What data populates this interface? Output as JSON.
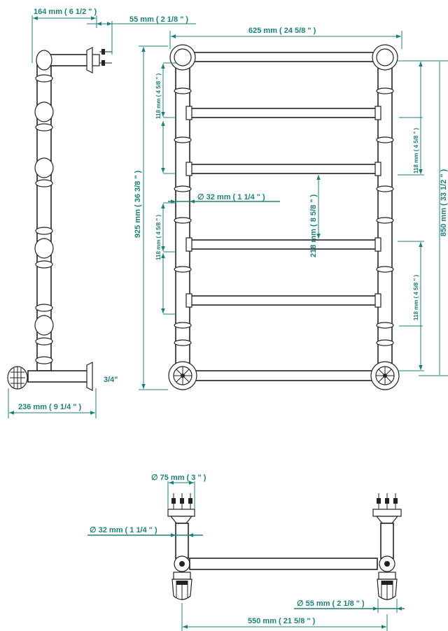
{
  "colors": {
    "dimension": "#1e7f76",
    "outline": "#222222",
    "background": "#ffffff"
  },
  "side_view": {
    "top_depth": "164 mm ( 6 1/2 \" )",
    "valve_depth": "55 mm ( 2 1/8 \" )",
    "bottom_depth": "236 mm ( 9 1/4 \" )",
    "thread": "3/4\""
  },
  "front_view": {
    "width": "625 mm ( 24 5/8 \" )",
    "height": "925 mm ( 36 3/8 \" )",
    "bar_spacing": "118 mm ( 4 5/8 \" )",
    "tube_diameter": "∅  32 mm ( 1 1/4 \" )",
    "gap_spacing": "218 mm ( 8 5/8 \" )",
    "centers": "850 mm ( 33 1/2 \" )"
  },
  "top_view": {
    "flange_diameter": "∅  75 mm ( 3 \" )",
    "tube_diameter": "∅  32 mm ( 1 1/4 \" )",
    "valve_diameter": "∅  55 mm ( 2 1/8 \" )",
    "centers": "550 mm ( 21 5/8 \" )"
  }
}
